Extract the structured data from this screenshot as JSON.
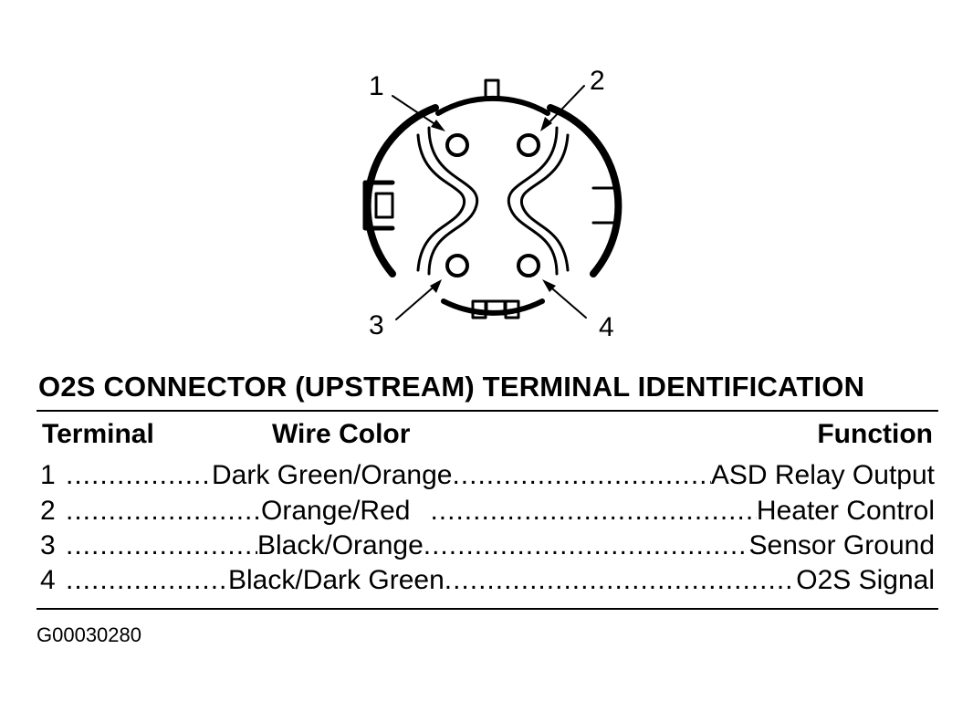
{
  "diagram": {
    "callouts": [
      "1",
      "2",
      "3",
      "4"
    ]
  },
  "table": {
    "title": "O2S CONNECTOR (UPSTREAM) TERMINAL IDENTIFICATION",
    "headers": {
      "terminal": "Terminal",
      "wire_color": "Wire Color",
      "function": "Function"
    },
    "rows": [
      {
        "terminal": "1",
        "wire_color": "Dark Green/Orange",
        "function": "ASD Relay Output"
      },
      {
        "terminal": "2",
        "wire_color": "Orange/Red",
        "function": "Heater Control"
      },
      {
        "terminal": "3",
        "wire_color": "Black/Orange",
        "function": "Sensor Ground"
      },
      {
        "terminal": "4",
        "wire_color": "Black/Dark Green",
        "function": "O2S Signal"
      }
    ]
  },
  "figure_id": "G00030280"
}
